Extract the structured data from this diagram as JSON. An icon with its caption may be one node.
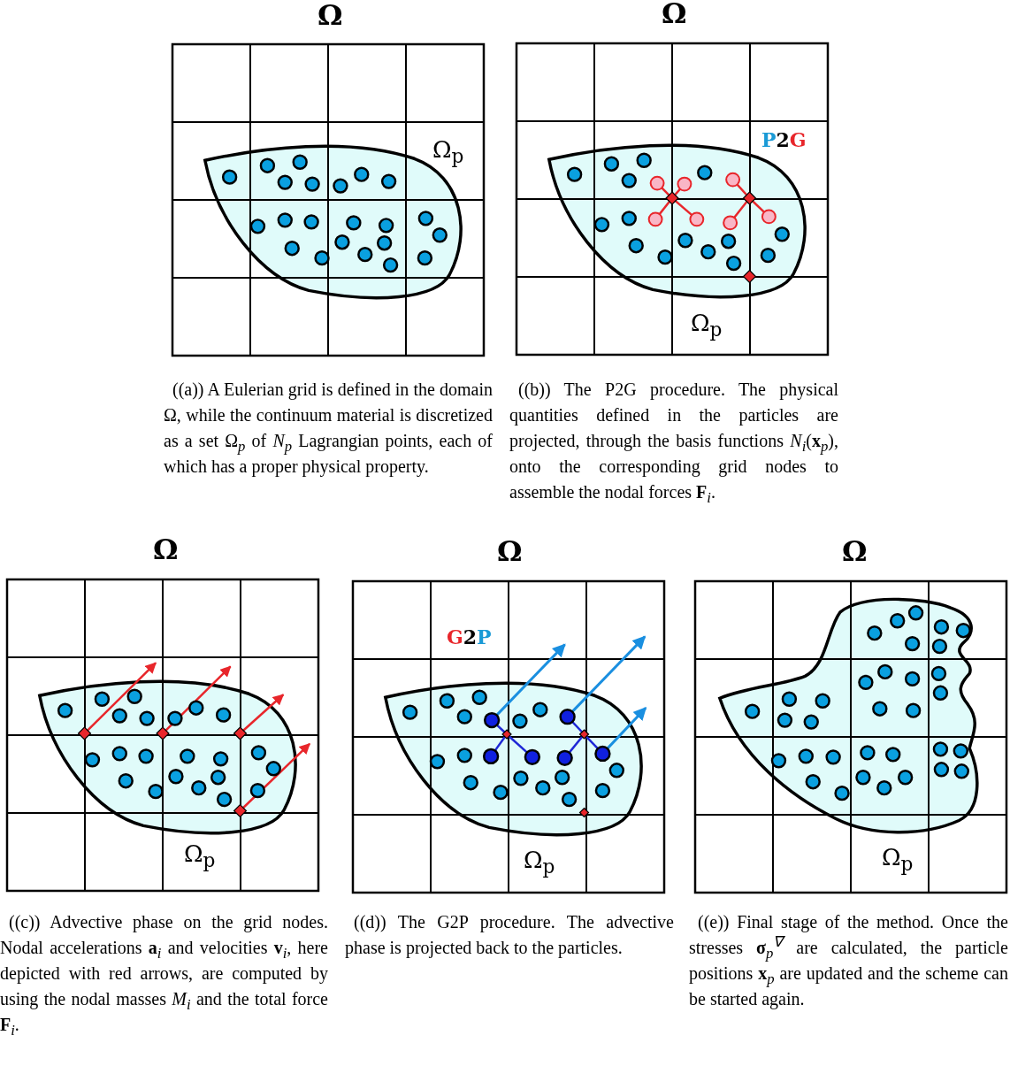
{
  "diagram": {
    "labels": [
      "Ω",
      "Ω$_{p}$",
      "Ω",
      "P2G",
      "Ω$_{p}$",
      "((a)) A Eulerian grid is defined in the domain Ω, while the continuum material is discretized as a set Ω$_{p}$ of *N*$_{p}$ Lagrangian points, each of which has a proper physical property.",
      "((b)) The P2G procedure. The physical quantities defined in the particles are projected, through the basis functions *N*$_{i}$(**x**$_{p}$), onto the corresponding grid nodes to assemble the nodal forces **F**$_{i}$.",
      "Ω",
      "Ω$_{p}$",
      "Ω",
      "G2P",
      "Ω$_{p}$",
      "Ω",
      "Ω$_{p}$",
      "((c)) Advective phase on the grid nodes. Nodal accelerations **a**$_{i}$ and velocities **v**$_{i}$, here depicted with red arrows, are computed by using the nodal masses *M*$_{i}$ and the total force **F**$_{i}$.",
      "((d)) The G2P procedure. The advective phase is projected back to the particles.",
      "((e)) Final stage of the method. Once the stresses **σ**$_{p}$$^{∇}$ are calculated, the particle positions **x**$_{p}$ are updated and the scheme can be started again."
    ]
  }
}
